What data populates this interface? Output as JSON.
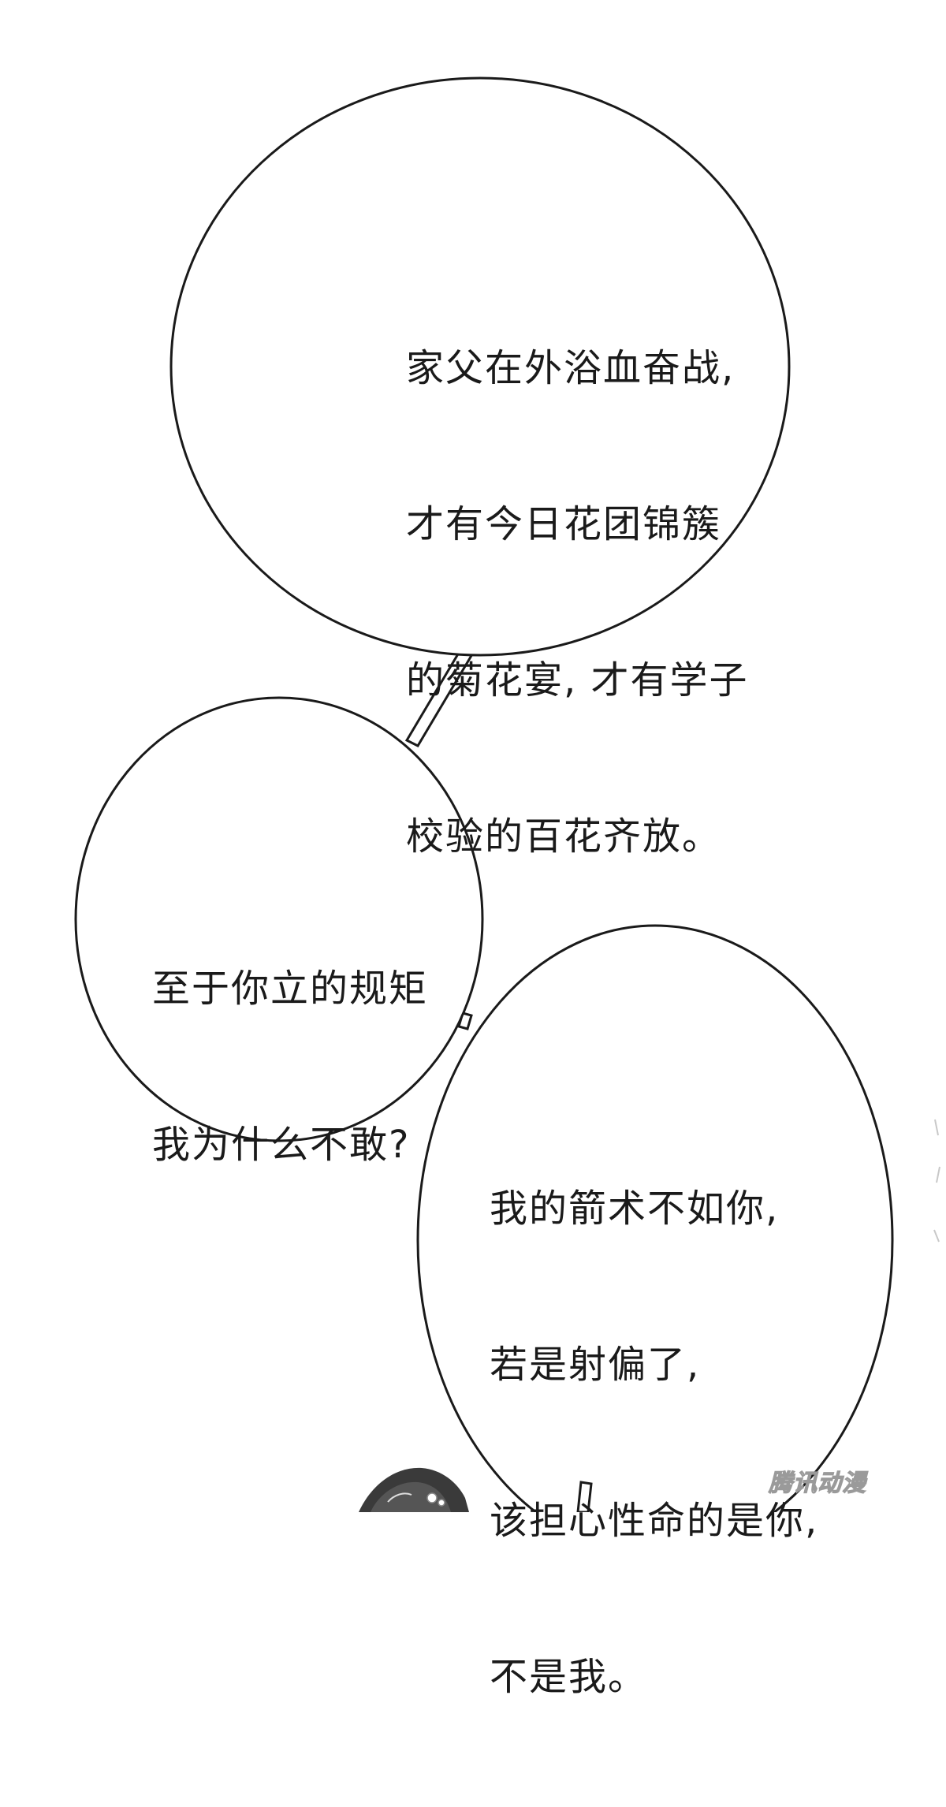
{
  "bubbles": [
    {
      "lines": [
        "家父在外浴血奋战,",
        "才有今日花团锦簇",
        "的菊花宴, 才有学子",
        "校验的百花齐放。"
      ]
    },
    {
      "lines": [
        "至于你立的规矩",
        "我为什么不敢?"
      ]
    },
    {
      "lines": [
        "我的箭术不如你,",
        "若是射偏了,",
        "该担心性命的是你,",
        "不是我。"
      ]
    }
  ],
  "watermark": "腾讯动漫",
  "colors": {
    "background": "#ffffff",
    "outline": "#1a1a1a",
    "text": "#1a1a1a",
    "hair": "#3a3a3a"
  }
}
